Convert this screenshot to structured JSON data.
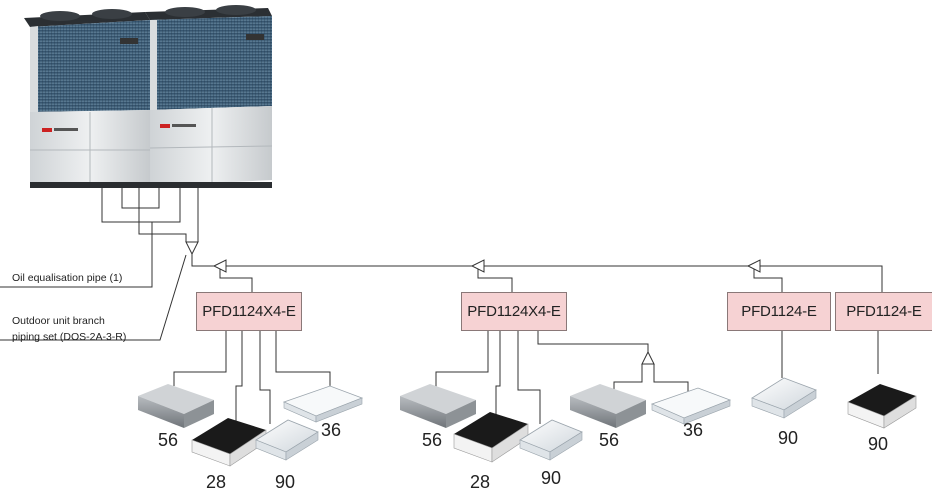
{
  "notes": {
    "oil_pipe": "Oil equalisation pipe (1)",
    "branch_line1": "Outdoor unit branch",
    "branch_line2": "piping set (DOS-2A-3-R)"
  },
  "controllers": [
    {
      "label": "PFD1124X4-E"
    },
    {
      "label": "PFD1124X4-E"
    },
    {
      "label": "PFD1124-E"
    },
    {
      "label": "PFD1124-E"
    }
  ],
  "capacities": [
    "56",
    "28",
    "90",
    "36",
    "56",
    "28",
    "90",
    "56",
    "36",
    "90",
    "90"
  ],
  "icons": {
    "outdoor_unit": "outdoor-unit-icon",
    "ducted_unit": "ducted-indoor-unit-icon",
    "cassette_black": "black-cassette-unit-icon",
    "cassette_white": "white-cassette-unit-icon",
    "ceiling_unit": "ceiling-suspended-unit-icon",
    "branch_joint": "branch-joint-icon"
  },
  "colors": {
    "controller_fill": "#f6d2d3",
    "pipe": "#333333"
  }
}
